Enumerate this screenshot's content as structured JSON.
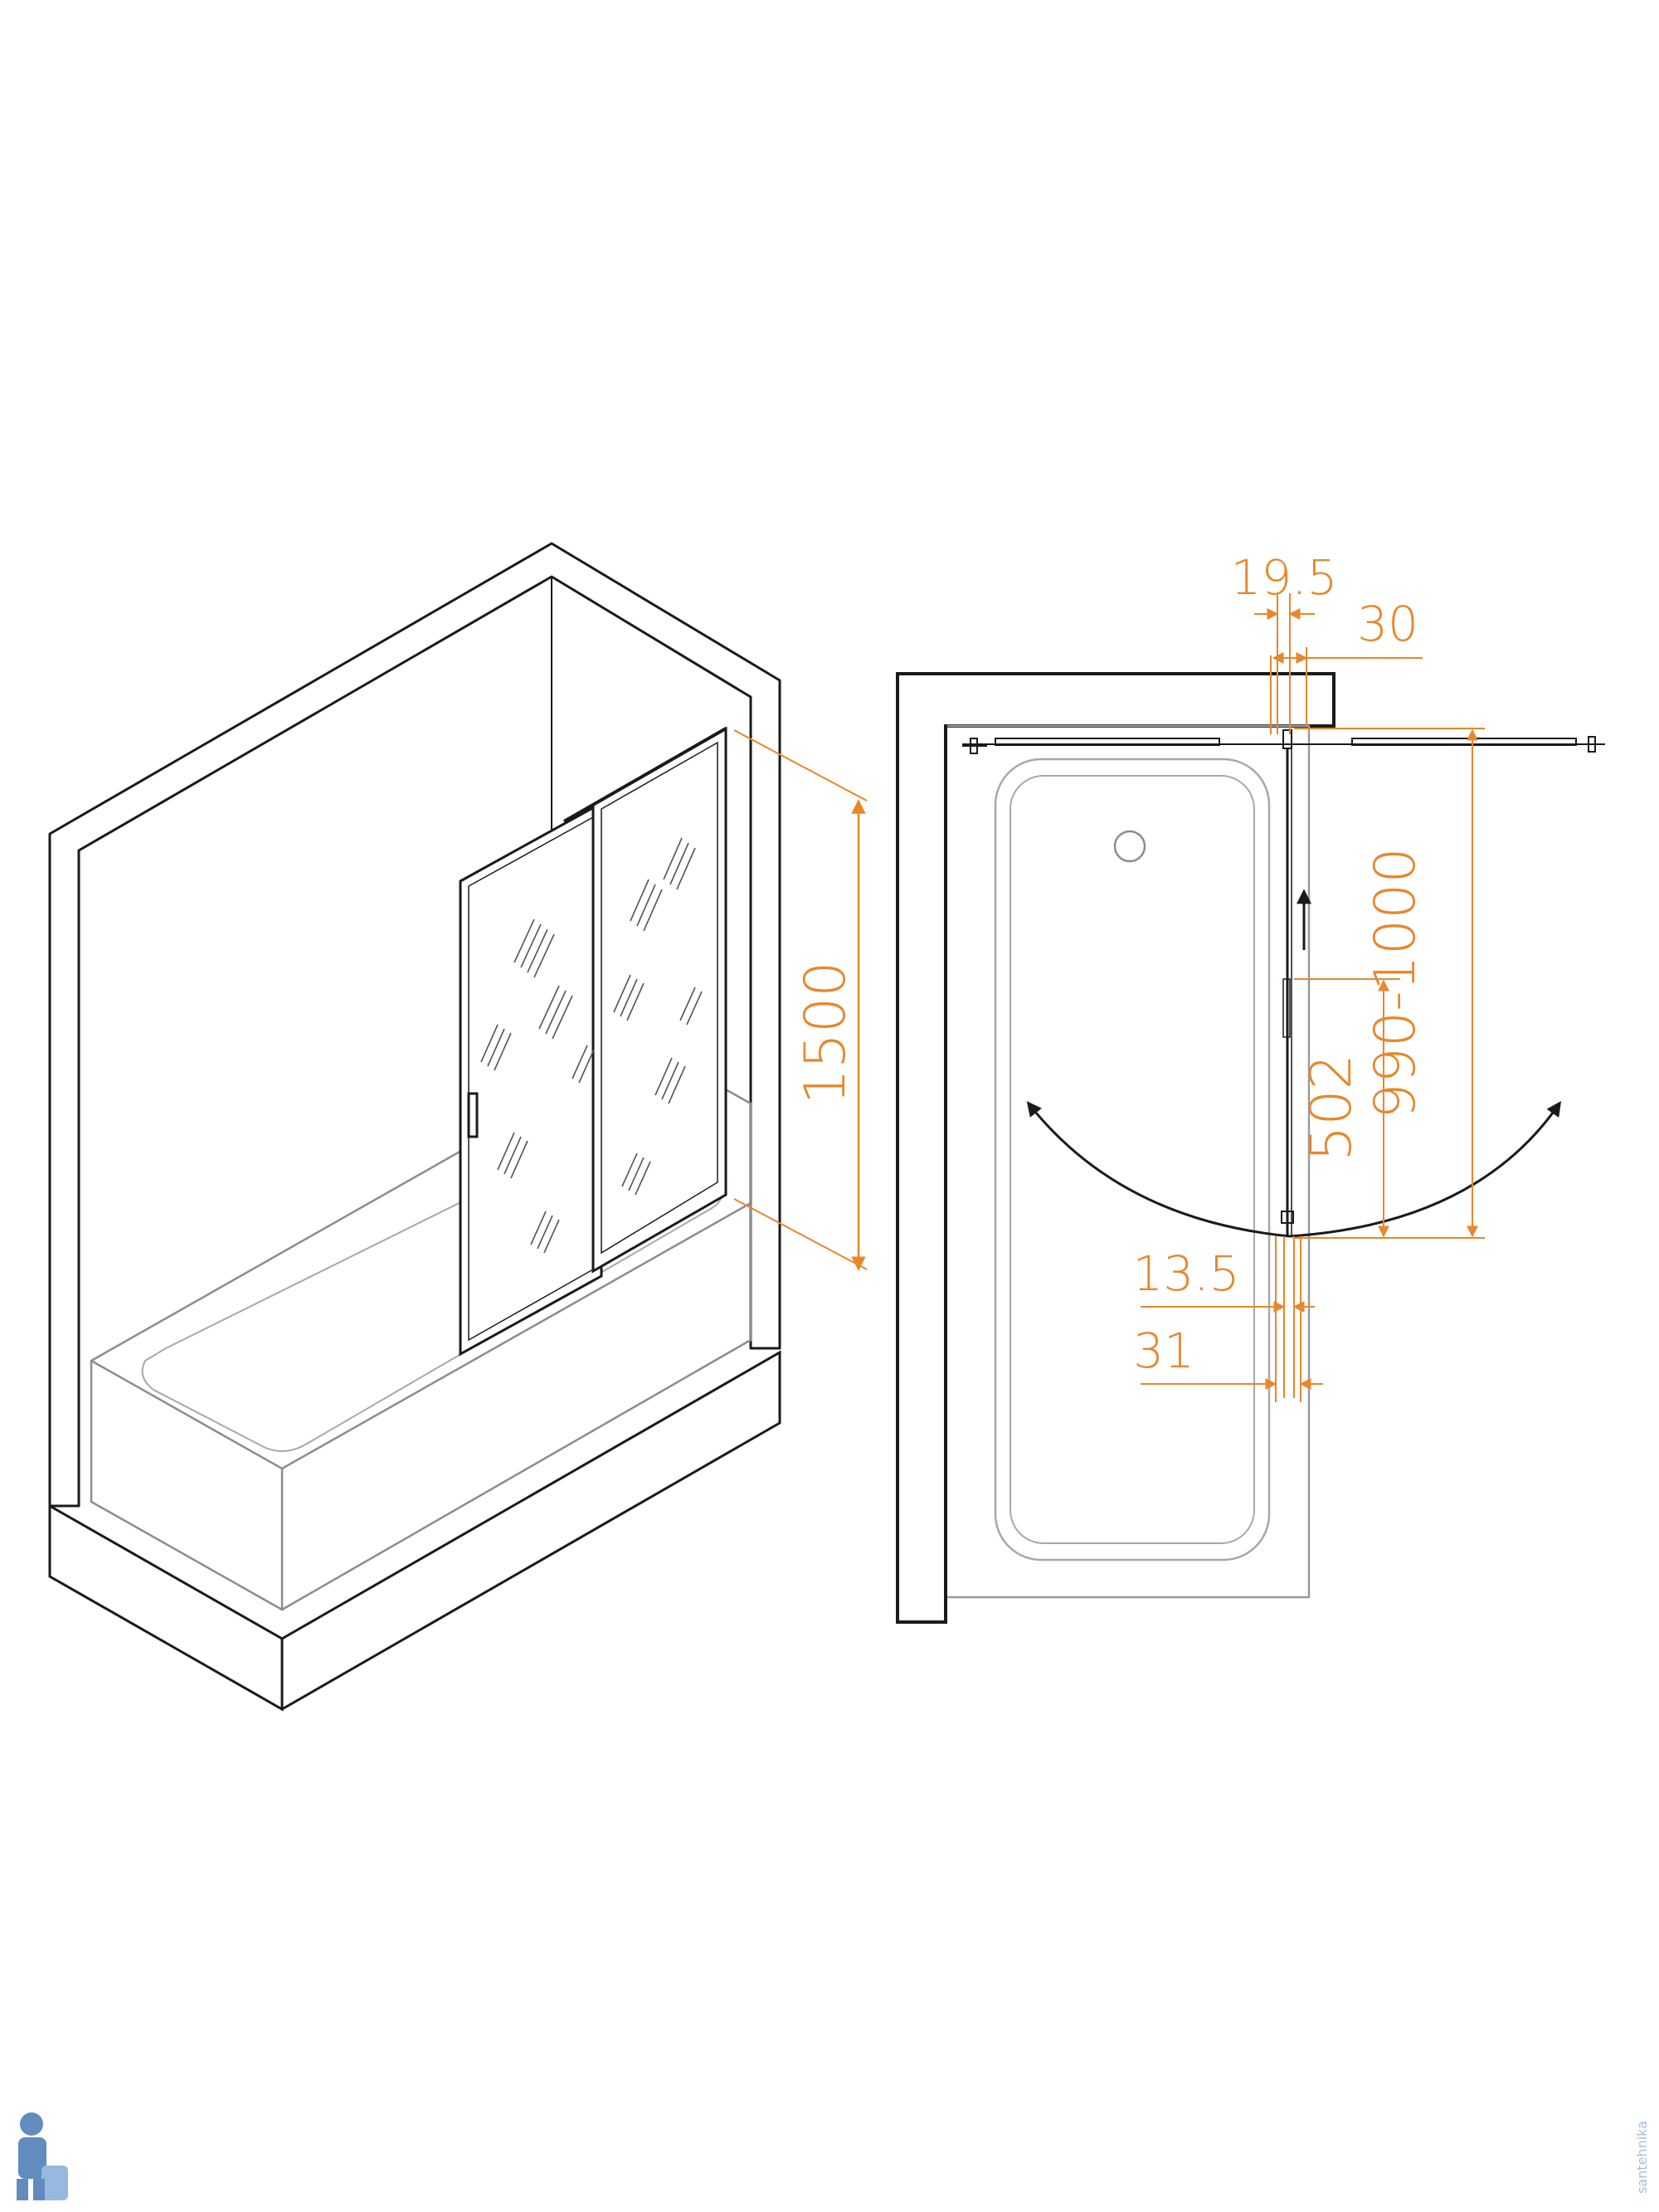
{
  "colors": {
    "line": "#1a1a1a",
    "light_line": "#9a9a9a",
    "dimension": "#e8872b",
    "background": "#ffffff",
    "watermark": "#3b6fb0"
  },
  "isometric_view": {
    "dim_height": "1500"
  },
  "plan_view": {
    "dim_top_inner": "19.5",
    "dim_top_outer": "30",
    "dim_width": "990-1000",
    "dim_panel": "502",
    "dim_bottom_inner": "13.5",
    "dim_bottom_outer": "31"
  },
  "watermark": {
    "side_text": "santehnika",
    "logo_icon": "plumber-logo-icon"
  }
}
